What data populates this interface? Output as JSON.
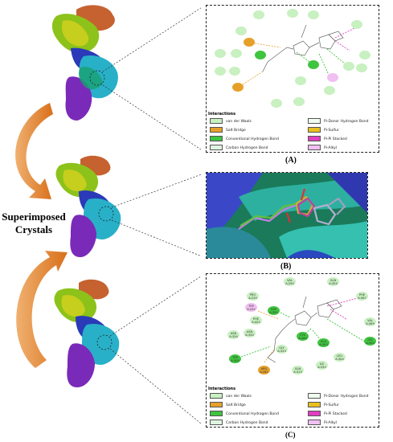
{
  "left": {
    "title": "Superimposed Crystals"
  },
  "panels": {
    "a_label": "(A)",
    "b_label": "(B)",
    "c_label": "(C)"
  },
  "legend": {
    "title": "Interactions",
    "items": [
      {
        "label": "van der Waals",
        "color": "#c8f0c0"
      },
      {
        "label": "Salt Bridge",
        "color": "#e6a02a"
      },
      {
        "label": "Conventional Hydrogen Bond",
        "color": "#3fc43f"
      },
      {
        "label": "Carbon Hydrogen Bond",
        "color": "#dff5df"
      },
      {
        "label": "Pi-Donor Hydrogen Bond",
        "color": "#f0fff0"
      },
      {
        "label": "Pi-Sulfur",
        "color": "#e8c020"
      },
      {
        "label": "Pi-Pi Stacked",
        "color": "#e040c0"
      },
      {
        "label": "Pi-Alkyl",
        "color": "#f0c0f0"
      }
    ]
  },
  "residues_c": [
    {
      "label": "VAL A:290",
      "color": "#c8f0c0"
    },
    {
      "label": "GLN A:354",
      "color": "#c8f0c0"
    },
    {
      "label": "PRO A:235",
      "color": "#c8f0c0"
    },
    {
      "label": "TRP A:292",
      "color": "#f0c0f0"
    },
    {
      "label": "ASP A:352",
      "color": "#3fc43f"
    },
    {
      "label": "PHE A:367",
      "color": "#c8f0c0"
    },
    {
      "label": "PHE A:420",
      "color": "#c8f0c0"
    },
    {
      "label": "VAL A:369",
      "color": "#c8f0c0"
    },
    {
      "label": "ASN A:334",
      "color": "#c8f0c0"
    },
    {
      "label": "ASN A:330",
      "color": "#c8f0c0"
    },
    {
      "label": "CYS A:260",
      "color": "#3fc43f"
    },
    {
      "label": "ALA A:353",
      "color": "#3fc43f"
    },
    {
      "label": "LYS A:302",
      "color": "#3fc43f"
    },
    {
      "label": "GLY A:333",
      "color": "#c8f0c0"
    },
    {
      "label": "LEU A:304",
      "color": "#c8f0c0"
    },
    {
      "label": "TRP A:305",
      "color": "#3fc43f"
    },
    {
      "label": "ILE A:332",
      "color": "#c8f0c0"
    },
    {
      "label": "GLN A:313",
      "color": "#c8f0c0"
    },
    {
      "label": "ARG A:262",
      "color": "#e6a02a"
    }
  ]
}
